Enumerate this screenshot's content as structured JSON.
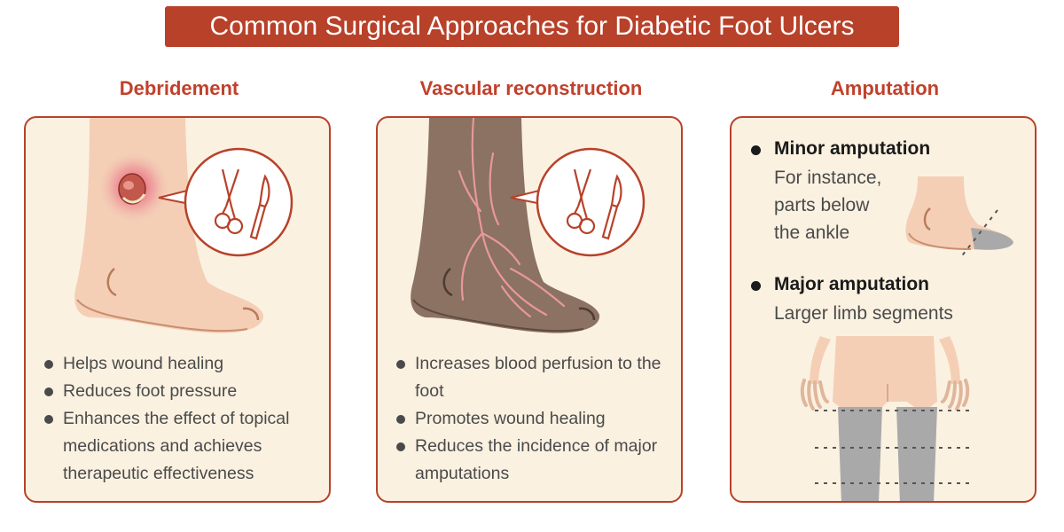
{
  "title": "Common Surgical Approaches for Diabetic Foot Ulcers",
  "columns": [
    {
      "heading": "Debridement",
      "bullets": [
        "Helps wound healing",
        "Reduces foot pressure",
        "Enhances the effect of topical medications and achieves therapeutic effectiveness"
      ]
    },
    {
      "heading": "Vascular reconstruction",
      "bullets": [
        "Increases blood perfusion to the foot",
        "Promotes wound healing",
        "Reduces the incidence of major amputations"
      ]
    },
    {
      "heading": "Amputation",
      "minor": {
        "label": "Minor amputation",
        "line1": "For instance,",
        "line2": "parts below",
        "line3": "the ankle"
      },
      "major": {
        "label": "Major amputation",
        "description": "Larger limb segments"
      }
    }
  ],
  "colors": {
    "accent": "#b8412a",
    "panel_bg": "#fbf1e1",
    "skin": "#f4cfb6",
    "dark_skin": "#8b7263",
    "amputated": "#a9a9a9"
  }
}
